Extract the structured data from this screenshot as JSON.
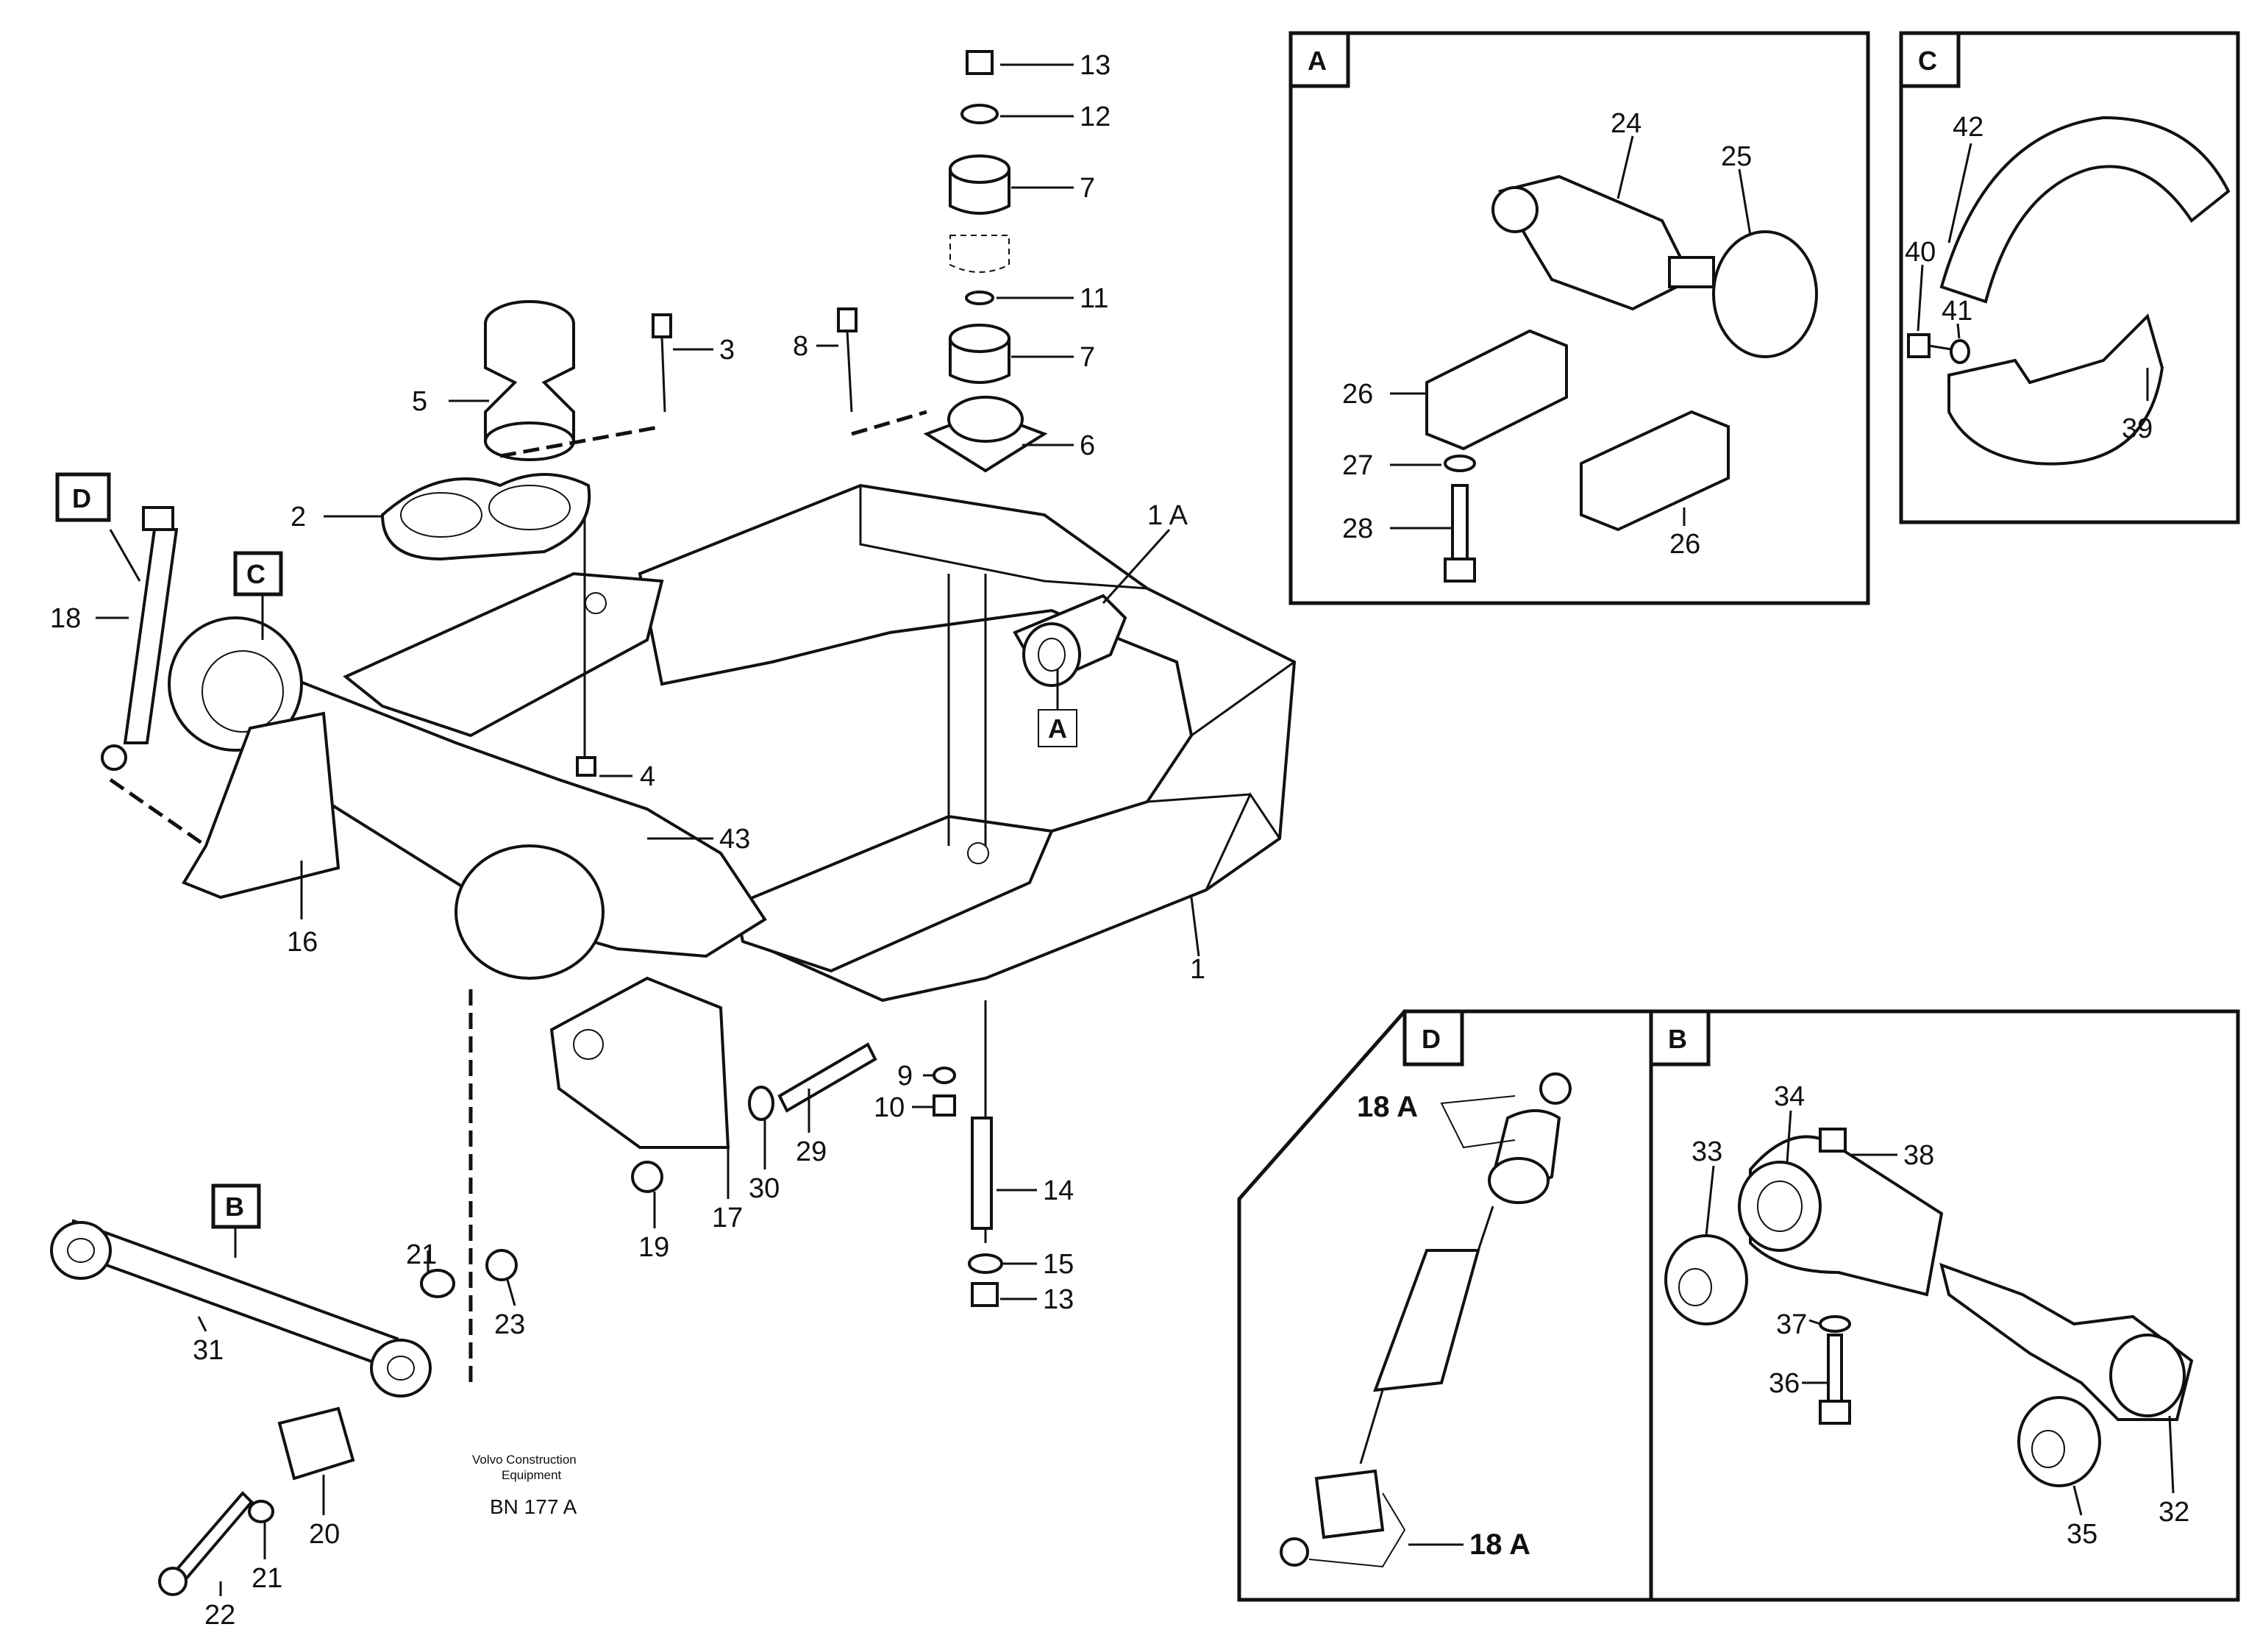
{
  "callouts": {
    "c13a": "13",
    "c12": "12",
    "c7a": "7",
    "c11": "11",
    "c7b": "7",
    "c6": "6",
    "c3": "3",
    "c8": "8",
    "c5": "5",
    "c2": "2",
    "c1A": "1 A",
    "cA_main": "A",
    "cD_main": "D",
    "cC_main": "C",
    "c18": "18",
    "c4": "4",
    "c43": "43",
    "c16": "16",
    "c1": "1",
    "c9": "9",
    "c10": "10",
    "c29": "29",
    "c30": "30",
    "c19": "19",
    "c17": "17",
    "c14": "14",
    "c15": "15",
    "c13b": "13",
    "cB_main": "B",
    "c21a": "21",
    "c23": "23",
    "c31": "31",
    "c20": "20",
    "c21b": "21",
    "c22": "22"
  },
  "detail_A": {
    "title": "A",
    "labels": {
      "p24": "24",
      "p25": "25",
      "p26a": "26",
      "p27": "27",
      "p28": "28",
      "p26b": "26"
    }
  },
  "detail_C": {
    "title": "C",
    "labels": {
      "p42": "42",
      "p40": "40",
      "p41": "41",
      "p39": "39"
    }
  },
  "detail_D": {
    "title": "D",
    "labels": {
      "p18A_top": "18 A",
      "p18A_bottom": "18 A"
    }
  },
  "detail_B": {
    "title": "B",
    "labels": {
      "p34": "34",
      "p38": "38",
      "p33": "33",
      "p37": "37",
      "p36": "36",
      "p35": "35",
      "p32": "32"
    }
  },
  "footer": {
    "maker_line1": "Volvo Construction",
    "maker_line2": "Equipment",
    "drawing_code": "BN 177 A"
  }
}
